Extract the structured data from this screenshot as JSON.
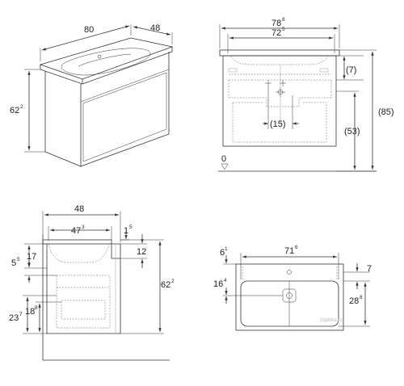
{
  "dims": {
    "iso_width": "80",
    "iso_depth": "48",
    "iso_height": "62",
    "iso_height_sup": "2",
    "front_overall": "78",
    "front_overall_sup": "8",
    "front_inner": "72",
    "front_inner_sup": "5",
    "front_top_gap": "(7)",
    "front_total_height": "(85)",
    "front_cabinet_height": "(53)",
    "front_center_offset": "(15)",
    "front_zero": "0",
    "side_depth": "48",
    "side_inner_depth": "47",
    "side_inner_depth_sup": "3",
    "side_top_offset": "1",
    "side_top_offset_sup": "5",
    "side_basin_height": "12",
    "side_top_band": "17",
    "side_small_gap": "5",
    "side_small_gap_sup": "5",
    "side_total_height": "62",
    "side_total_height_sup": "2",
    "side_drawer_a": "23",
    "side_drawer_a_sup": "7",
    "side_drawer_b": "18",
    "side_drawer_b_sup": "8",
    "top_width": "71",
    "top_width_sup": "6",
    "top_front_offset": "6",
    "top_front_offset_sup": "1",
    "top_depth_a": "7",
    "top_hole_offset": "16",
    "top_hole_offset_sup": "4",
    "top_depth_b": "28",
    "top_depth_b_sup": "8"
  },
  "watermark": "3dplitka.ru"
}
